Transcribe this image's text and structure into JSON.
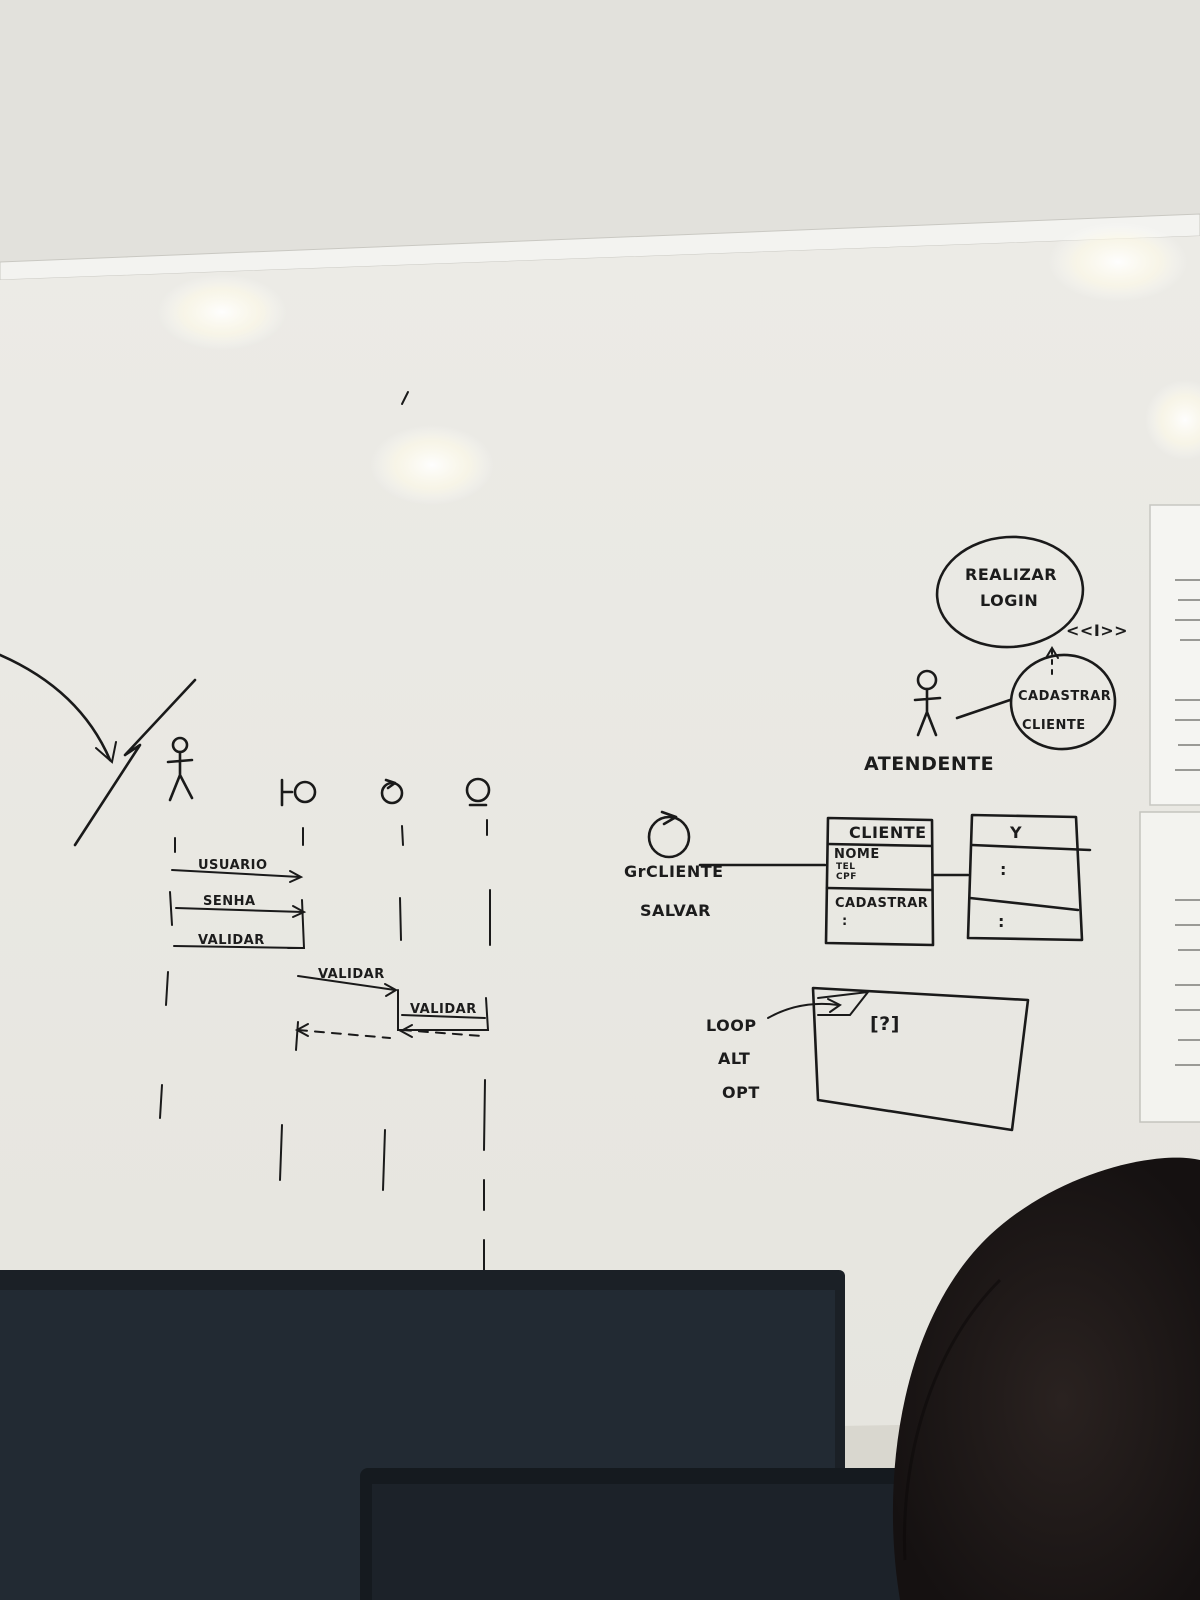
{
  "use_case": {
    "realizar_login": [
      "REALIZAR",
      "LOGIN"
    ],
    "include_label": "<<I>>",
    "cadastrar_cliente": [
      "CADASTRAR",
      "CLIENTE"
    ],
    "actor": "ATENDENTE"
  },
  "sequence": {
    "messages": [
      "USUARIO",
      "SENHA",
      "VALIDAR",
      "VALIDAR",
      "VALIDAR"
    ]
  },
  "class_diagram": {
    "gr_label": "GrCLIENTE",
    "method_label": "SALVAR",
    "class_name": "CLIENTE",
    "attributes": [
      "NOME",
      "TEL",
      "CPF"
    ],
    "operations": [
      "CADASTRAR",
      ":"
    ],
    "second_class_name": "Y",
    "second_class_rows": [
      ":",
      ":"
    ]
  },
  "fragment": {
    "operators": [
      "LOOP",
      "ALT",
      "OPT"
    ],
    "guard": "[?]"
  },
  "colors": {
    "wall": "#e4e3de",
    "board": "#eeede8",
    "ink": "#1a1a1a",
    "monitor": "#1e242b"
  }
}
